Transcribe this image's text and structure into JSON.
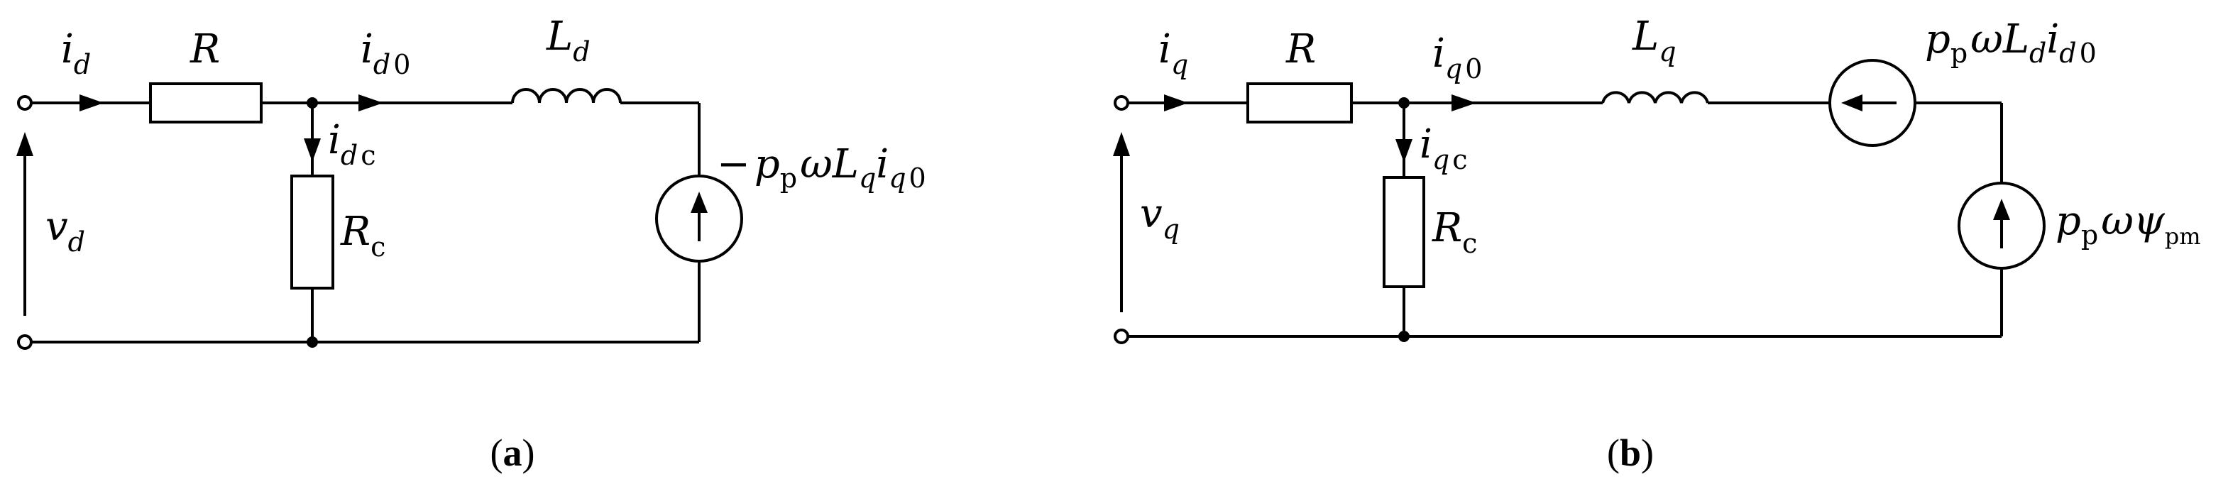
{
  "panels": [
    {
      "caption": {
        "open": "(",
        "letter": "a",
        "close": ")"
      },
      "labels": {
        "input_current": {
          "main": "i",
          "sub": "d"
        },
        "resistor": {
          "main": "R"
        },
        "branch_current": {
          "main": "i",
          "sub": "d",
          "sub2": "0"
        },
        "inductor": {
          "main": "L",
          "sub": "d"
        },
        "core_current": {
          "main": "i",
          "sub": "d",
          "sub2": "c"
        },
        "core_resistor": {
          "main": "R",
          "sub": "c"
        },
        "voltage": {
          "main": "v",
          "sub": "d"
        },
        "source": {
          "minus": "−",
          "p": "p",
          "psub": "p",
          "omega": "ω",
          "L": "L",
          "Lsub": "q",
          "i": "i",
          "isub": "q",
          "isub2": "0"
        }
      }
    },
    {
      "caption": {
        "open": "(",
        "letter": "b",
        "close": ")"
      },
      "labels": {
        "input_current": {
          "main": "i",
          "sub": "q"
        },
        "resistor": {
          "main": "R"
        },
        "branch_current": {
          "main": "i",
          "sub": "q",
          "sub2": "0"
        },
        "inductor": {
          "main": "L",
          "sub": "q"
        },
        "core_current": {
          "main": "i",
          "sub": "q",
          "sub2": "c"
        },
        "core_resistor": {
          "main": "R",
          "sub": "c"
        },
        "voltage": {
          "main": "v",
          "sub": "q"
        },
        "source_top": {
          "p": "p",
          "psub": "p",
          "omega": "ω",
          "L": "L",
          "Lsub": "d",
          "i": "i",
          "isub": "d",
          "isub2": "0"
        },
        "source_bottom": {
          "p": "p",
          "psub": "p",
          "omega": "ω",
          "psi": "ψ",
          "psisub": "pm"
        }
      }
    }
  ]
}
